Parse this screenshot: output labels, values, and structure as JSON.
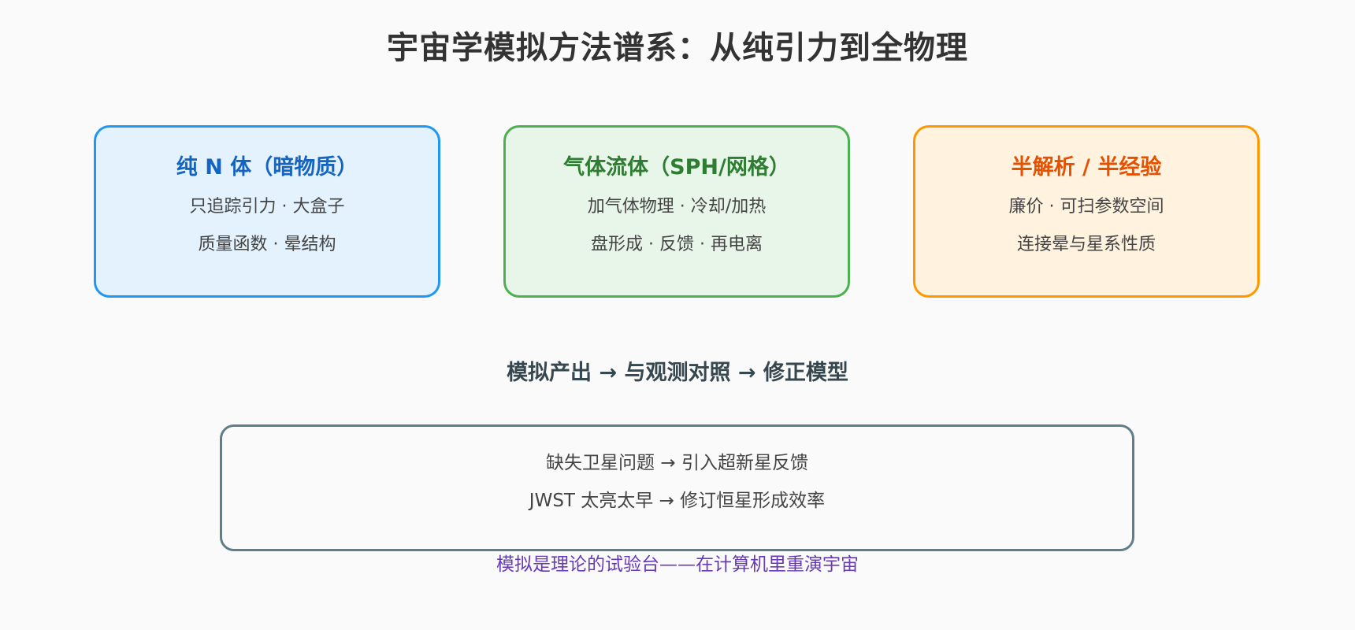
{
  "title": "宇宙学模拟方法谱系：从纯引力到全物理",
  "cards": [
    {
      "heading": "纯 N 体（暗物质）",
      "line1": "只追踪引力 · 大盒子",
      "line2": "质量函数 · 晕结构",
      "border_color": "#2196f3",
      "background_color": "#e3f2fd",
      "heading_color": "#1565c0"
    },
    {
      "heading": "气体流体（SPH/网格）",
      "line1": "加气体物理 · 冷却/加热",
      "line2": "盘形成 · 反馈 · 再电离",
      "border_color": "#4caf50",
      "background_color": "#e8f5e9",
      "heading_color": "#2e7d32"
    },
    {
      "heading": "半解析 / 半经验",
      "line1": "廉价 · 可扫参数空间",
      "line2": "连接晕与星系性质",
      "border_color": "#ff9800",
      "background_color": "#fff3e0",
      "heading_color": "#e65100"
    }
  ],
  "flow_label": "模拟产出 → 与观测对照 → 修正模型",
  "feedback": {
    "line1": "缺失卫星问题 → 引入超新星反馈",
    "line2": "JWST 太亮太早 → 修订恒星形成效率",
    "border_color": "#607d8b"
  },
  "footer": "模拟是理论的试验台——在计算机里重演宇宙"
}
